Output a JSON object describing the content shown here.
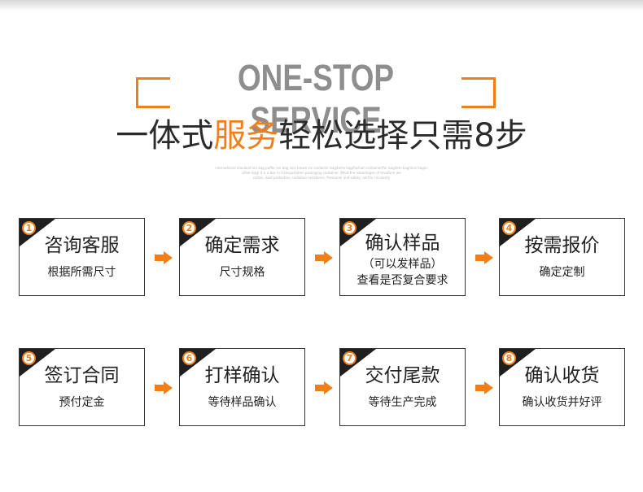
{
  "header": {
    "title_en": "ONE-STOP SERVICE",
    "title_cn_part1": "一体式",
    "title_cn_highlight": "服务",
    "title_cn_part2": "轻松选择只需8步",
    "tiny_line1": "international standard ion bag puffer ion bag ions brown ziz container bagitems bag/fashion container/for bagitem bag/ions bag/in",
    "tiny_line2": "other bag/ it is a box in transportation packaging container. What the advantages of tevaform wo",
    "tiny_line3": "cotton, dust protection, radiation resistance, Pressures and safety, and to circularity"
  },
  "colors": {
    "accent": "#f07f1a",
    "border": "#333333",
    "text": "#222222"
  },
  "steps": [
    {
      "num": "1",
      "main": "咨询客服",
      "sub": "根据所需尺寸"
    },
    {
      "num": "2",
      "main": "确定需求",
      "sub": "尺寸规格"
    },
    {
      "num": "3",
      "main": "确认样品",
      "sub_paren": "（可以发样品）",
      "sub": "查看是否复合要求"
    },
    {
      "num": "4",
      "main": "按需报价",
      "sub": "确定定制"
    },
    {
      "num": "5",
      "main": "签订合同",
      "sub": "预付定金"
    },
    {
      "num": "6",
      "main": "打样确认",
      "sub": "等待样品确认"
    },
    {
      "num": "7",
      "main": "交付尾款",
      "sub": "等待生产完成"
    },
    {
      "num": "8",
      "main": "确认收货",
      "sub": "确认收货并好评"
    }
  ]
}
